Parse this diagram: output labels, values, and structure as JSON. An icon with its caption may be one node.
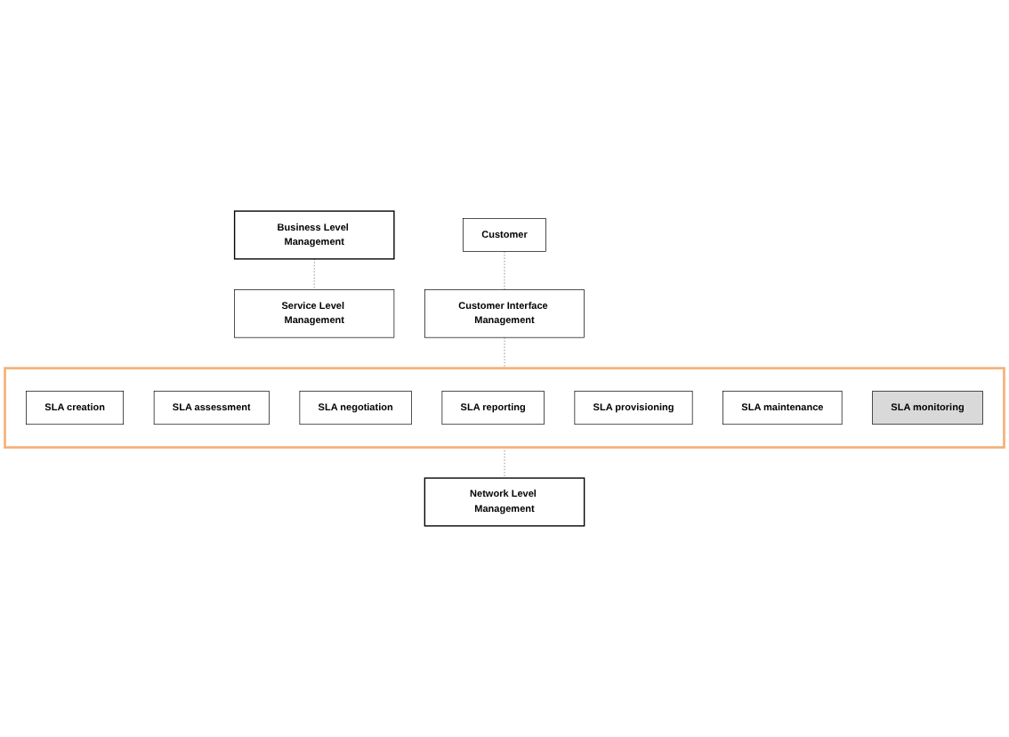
{
  "diagram": {
    "nodes": [
      {
        "text": [
          "Business Level Management"
        ]
      },
      {
        "text": [
          "Service Level Management"
        ]
      },
      {
        "text": [
          "Customer"
        ]
      },
      {
        "text": [
          "Customer Interface Management"
        ]
      },
      {
        "text": [],
        "shape": "box"
      },
      {
        "text": [
          "SLA creation"
        ],
        "in": 4
      },
      {
        "text": [
          "SLA assessment"
        ],
        "in": 4
      },
      {
        "text": [
          "SLA negotiation"
        ],
        "in": 4
      },
      {
        "text": [
          "SLA reporting"
        ],
        "in": 4
      },
      {
        "text": [
          "SLA provisioning"
        ],
        "in": 4
      },
      {
        "text": [
          "SLA maintenance"
        ],
        "in": 4
      },
      {
        "text": [
          "SLA monitoring"
        ],
        "in": 4
      },
      {
        "text": [
          "Network Level Management"
        ]
      }
    ],
    "edges": [
      {
        "from": 0,
        "to": 1,
        "arrow": "none",
        "style": "dashed"
      },
      {
        "from": 2,
        "to": 3,
        "arrow": "none",
        "style": "dashed"
      },
      {
        "from": 3,
        "to": 4,
        "arrow": "none",
        "style": "dashed"
      },
      {
        "from": 4,
        "to": 12,
        "arrow": "none",
        "style": "dashed"
      }
    ]
  }
}
